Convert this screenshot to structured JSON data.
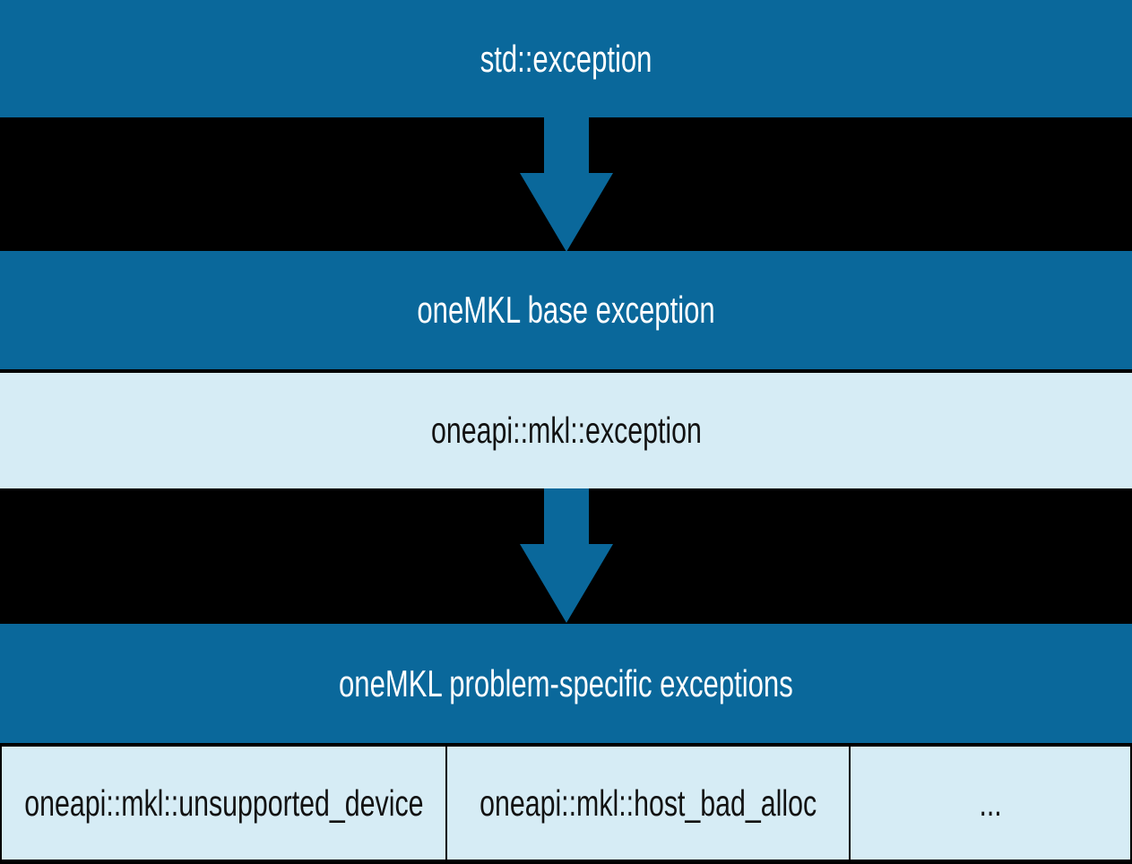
{
  "figure": {
    "colors": {
      "background": "#000000",
      "node_fill_dark": "#0a689b",
      "node_fill_light": "#d6ecf5",
      "text_on_dark": "#ffffff",
      "text_on_light": "#121212"
    }
  },
  "hierarchy": {
    "root": {
      "label": "std::exception"
    },
    "base": {
      "header": "oneMKL base exception",
      "class_label": "oneapi::mkl::exception"
    },
    "problem_specific": {
      "header": "oneMKL problem-specific exceptions",
      "classes": [
        "oneapi::mkl::unsupported_device",
        "oneapi::mkl::host_bad_alloc",
        "..."
      ]
    }
  }
}
